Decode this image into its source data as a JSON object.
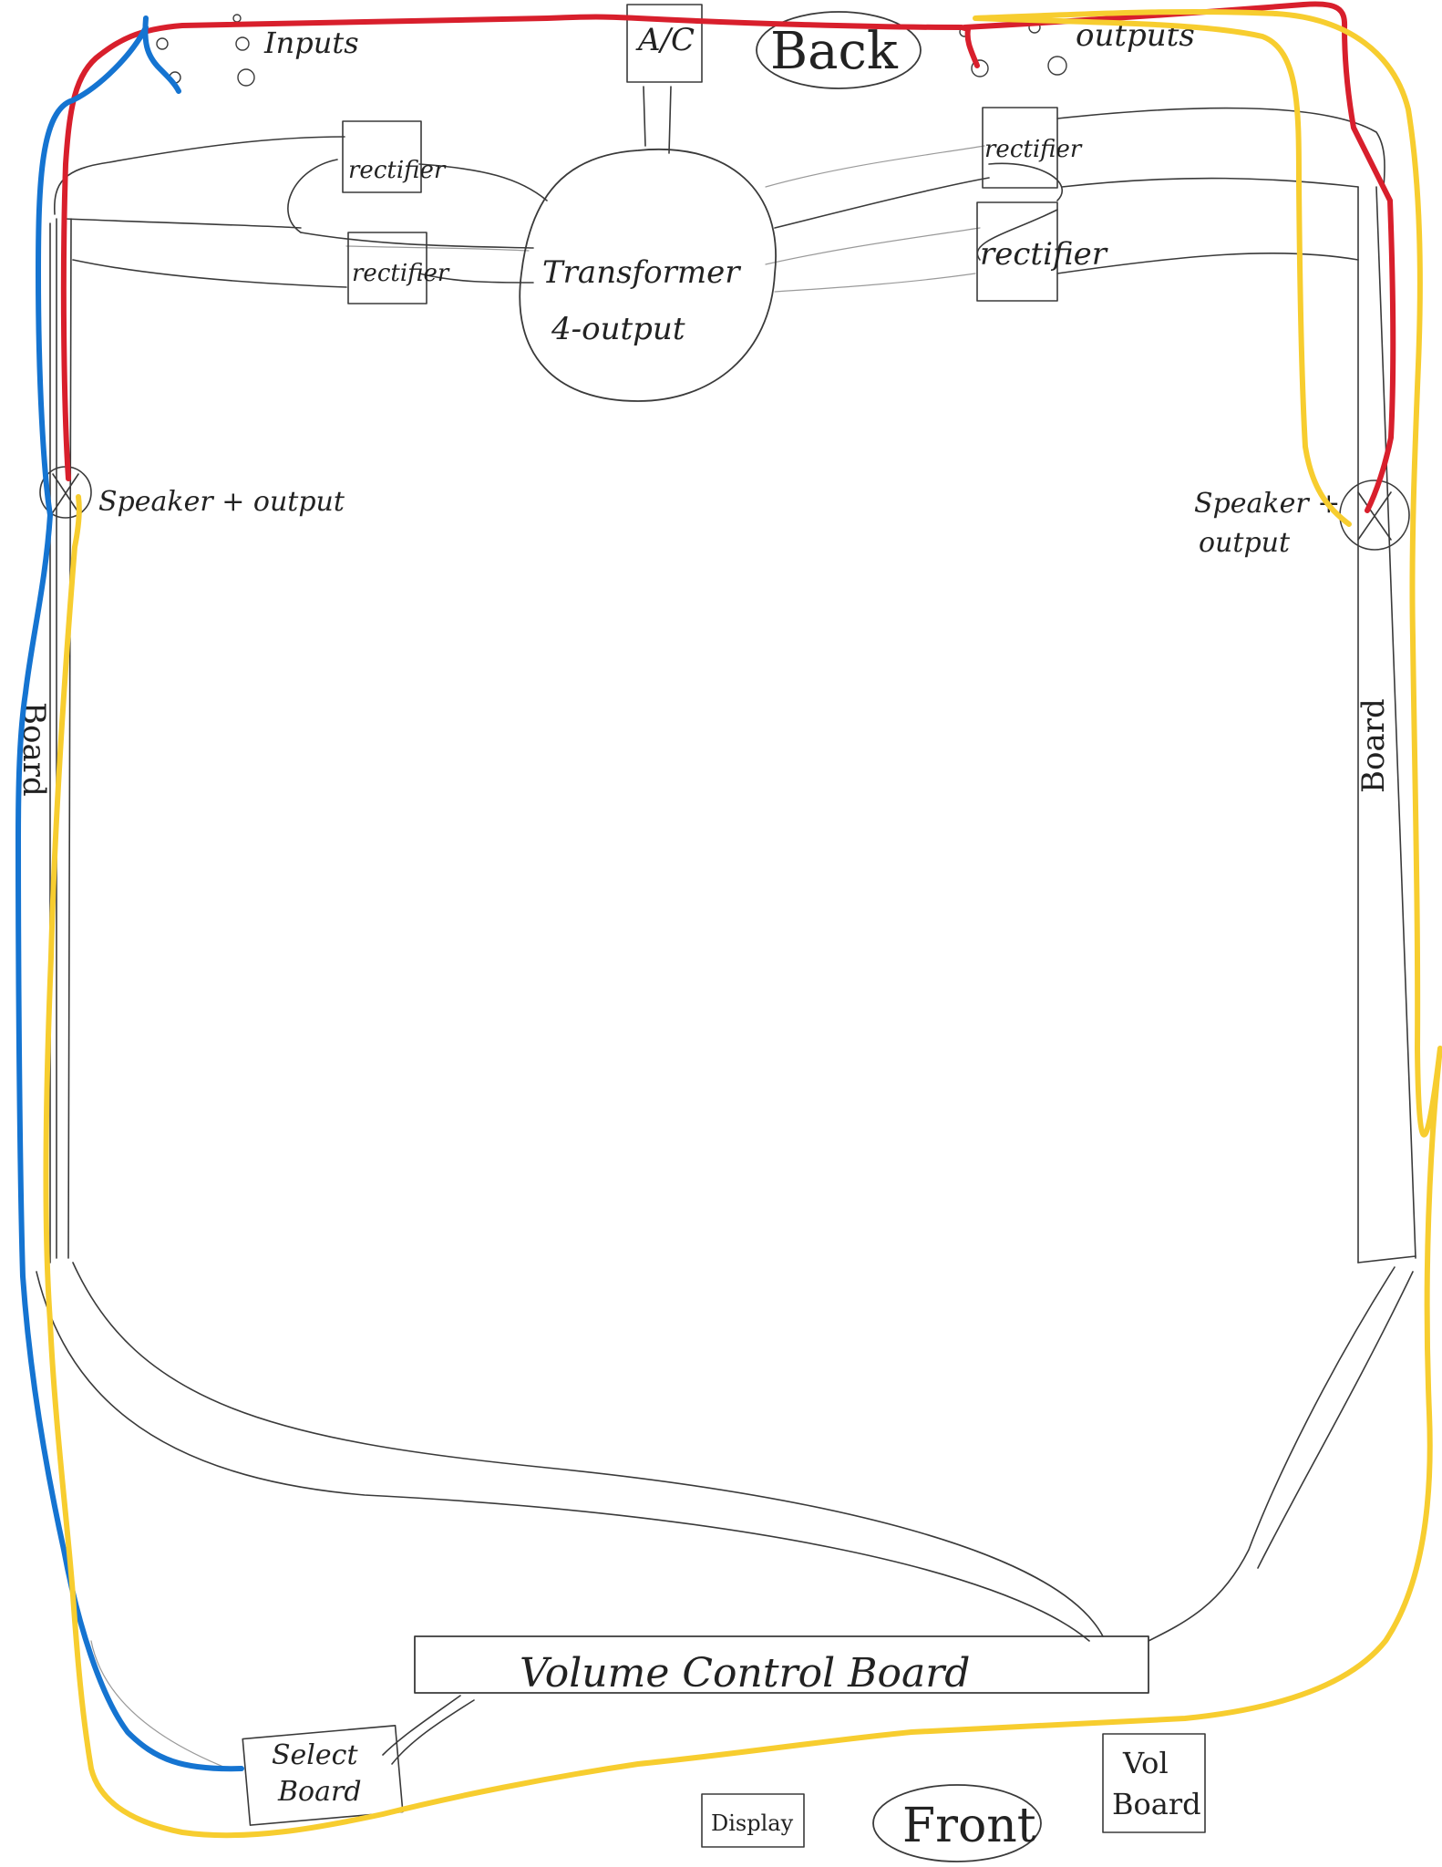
{
  "colors": {
    "pencil": "#3a3a3a",
    "pencil_light": "#9a9a9a",
    "wire_red": "#d81f2c",
    "wire_blue": "#1574d1",
    "wire_yellow": "#f7cd2f",
    "background": "#ffffff"
  },
  "labels": {
    "inputs": "Inputs",
    "ac": "A/C",
    "back": "Back",
    "outputs": "outputs",
    "rectifier": "rectifier",
    "transformer_line1": "Transformer",
    "transformer_line2": "4-output",
    "speaker_output_left": "Speaker + output",
    "speaker_output_right_line1": "Speaker +",
    "speaker_output_right_line2": "output",
    "board": "Board",
    "volume_control_board": "Volume Control Board",
    "select_board_line1": "Select",
    "select_board_line2": "Board",
    "display": "Display",
    "front": "Front",
    "vol_board_line1": "Vol",
    "vol_board_line2": "Board"
  }
}
